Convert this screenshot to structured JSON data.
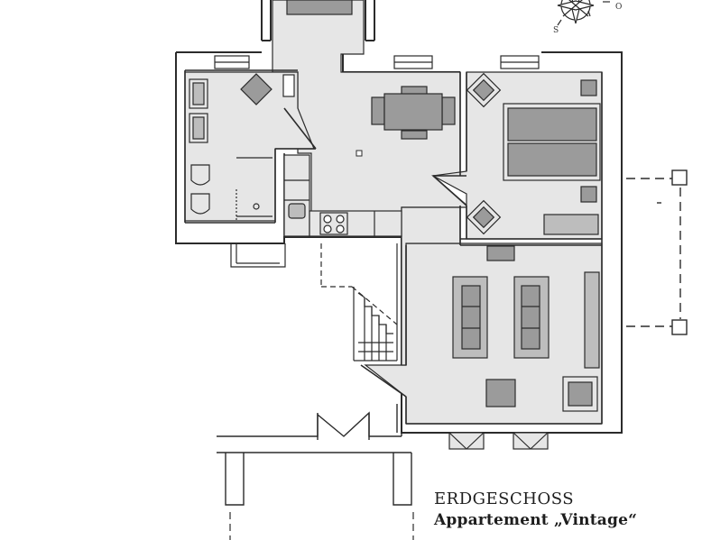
{
  "caption": {
    "floor": "ERDGESCHOSS",
    "apartment": "Appartement „Vintage“"
  },
  "compass": {
    "south": "S",
    "east": "O"
  },
  "colors": {
    "line": "#2b2b2b",
    "floor_fill": "#e6e6e6",
    "furniture_fill": "#9b9b9b",
    "furniture_light": "#bdbdbd"
  }
}
